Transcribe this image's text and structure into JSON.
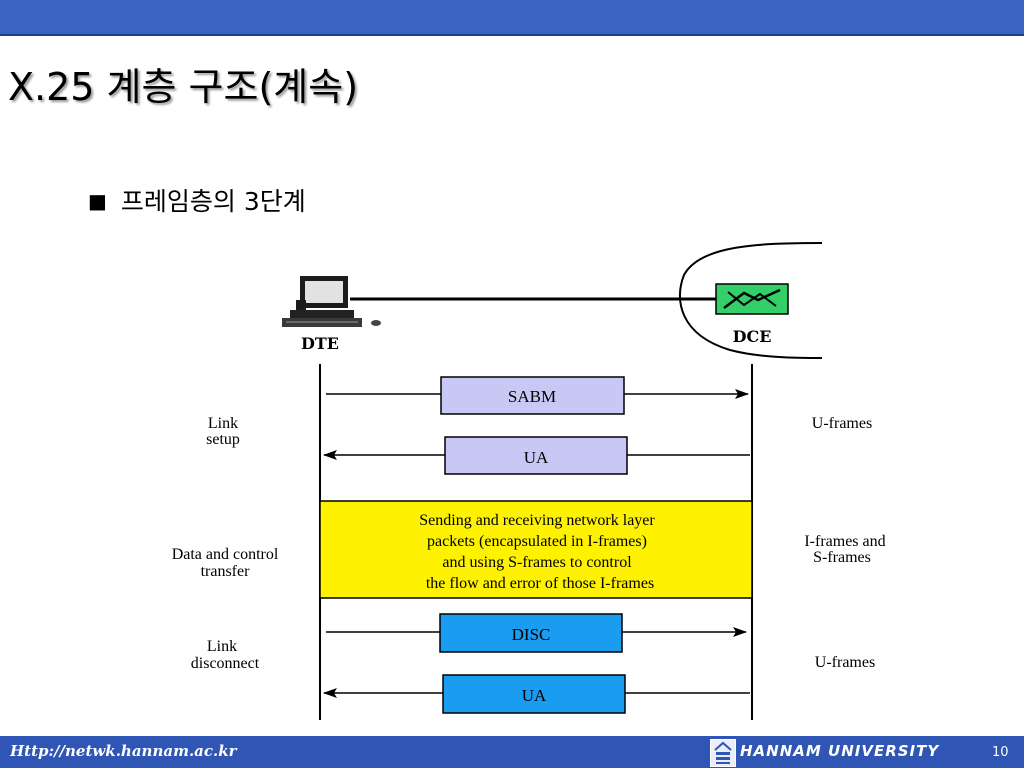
{
  "slide": {
    "title": "X.25 계층 구조(계속)",
    "bullet": "프레임층의 3단계",
    "page_number": "10"
  },
  "footer": {
    "url": "Http://netwk.hannam.ac.kr",
    "university": "HANNAM UNIVERSITY"
  },
  "diagram": {
    "dte_label": "DTE",
    "dce_label": "DCE",
    "phases": [
      {
        "left": [
          "Link",
          "setup"
        ],
        "right": [
          "U-frames"
        ]
      },
      {
        "left": [
          "Data and control",
          "transfer"
        ],
        "right": [
          "I-frames and",
          "S-frames"
        ]
      },
      {
        "left": [
          "Link",
          "disconnect"
        ],
        "right": [
          "U-frames"
        ]
      }
    ],
    "frames": {
      "sabm": "SABM",
      "ua1": "UA",
      "disc": "DISC",
      "ua2": "UA"
    },
    "transfer_text": [
      "Sending and receiving network layer",
      "packets (encapsulated in I-frames)",
      "and using S-frames to control",
      "the flow and error of those I-frames"
    ],
    "colors": {
      "lavender": "#c8c8f4",
      "blue": "#1a9cf0",
      "yellow": "#fff200",
      "dce_green": "#33d06a"
    }
  }
}
